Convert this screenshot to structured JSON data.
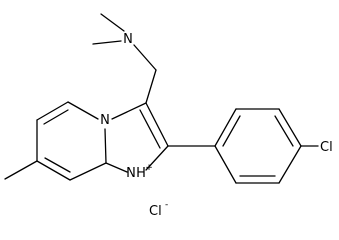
{
  "molecule": {
    "atoms": {
      "n_amine": "N",
      "n_bridge": "N",
      "n_plus": "N",
      "h_plus": "H",
      "plus": "+",
      "cl_aryl": "Cl",
      "cl_ion": "Cl",
      "minus": "-"
    }
  }
}
